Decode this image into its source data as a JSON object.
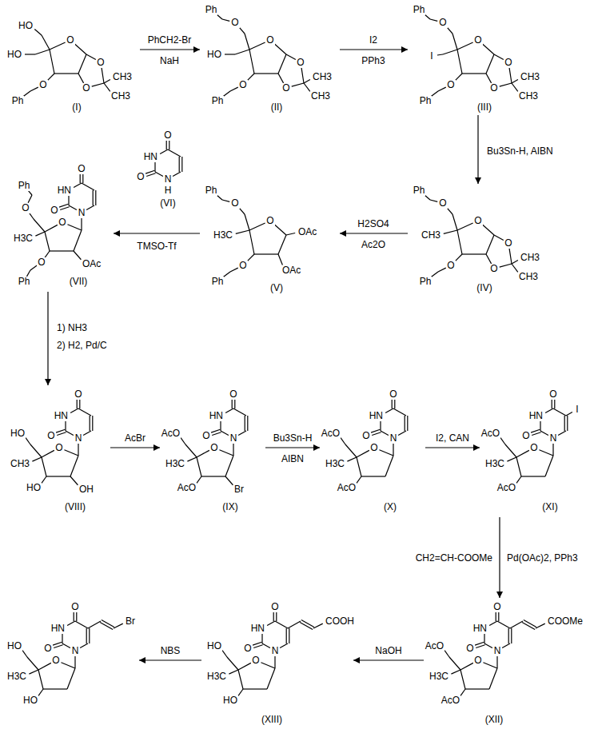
{
  "diagram": {
    "nodes": [
      {
        "text": [
          "HO",
          "HO",
          "O",
          "O",
          "O",
          "CH3",
          "CH3",
          "O",
          "Ph",
          "(I)"
        ]
      },
      {
        "text": [
          "Ph",
          "O",
          "HO",
          "O",
          "O",
          "O",
          "CH3",
          "CH3",
          "O",
          "Ph",
          "(II)"
        ]
      },
      {
        "text": [
          "Ph",
          "O",
          "I",
          "O",
          "O",
          "O",
          "CH3",
          "CH3",
          "O",
          "Ph",
          "(III)"
        ]
      },
      {
        "text": [
          "Ph",
          "O",
          "CH3",
          "O",
          "O",
          "O",
          "CH3",
          "CH3",
          "O",
          "Ph",
          "(IV)"
        ]
      },
      {
        "text": [
          "Ph",
          "O",
          "H3C",
          "O",
          "OAc",
          "OAc",
          "O",
          "Ph",
          "(V)"
        ]
      },
      {
        "text": [
          "O",
          "HN",
          "O",
          "N",
          "H",
          "(VI)"
        ]
      },
      {
        "text": [
          "O",
          "HN",
          "O",
          "N",
          "Ph",
          "O",
          "O",
          "H3C",
          "O",
          "OAc",
          "Ph",
          "(VII)"
        ]
      },
      {
        "text": [
          "O",
          "HN",
          "O",
          "N",
          "HO",
          "O",
          "CH3",
          "HO",
          "OH",
          "(VIII)"
        ]
      },
      {
        "text": [
          "O",
          "HN",
          "O",
          "N",
          "AcO",
          "O",
          "H3C",
          "AcO",
          "Br",
          "(IX)"
        ]
      },
      {
        "text": [
          "O",
          "HN",
          "O",
          "N",
          "AcO",
          "O",
          "H3C",
          "AcO",
          "(X)"
        ]
      },
      {
        "text": [
          "O",
          "HN",
          "I",
          "O",
          "N",
          "AcO",
          "O",
          "H3C",
          "AcO",
          "(XI)"
        ]
      },
      {
        "text": [
          "O",
          "HN",
          "COOMe",
          "O",
          "N",
          "AcO",
          "O",
          "H3C",
          "AcO",
          "(XII)"
        ]
      },
      {
        "text": [
          "O",
          "HN",
          "COOH",
          "O",
          "N",
          "HO",
          "O",
          "H3C",
          "HO",
          "(XIII)"
        ]
      },
      {
        "text": [
          "O",
          "HN",
          "Br",
          "O",
          "N",
          "HO",
          "O",
          "H3C",
          "HO"
        ]
      }
    ],
    "edges": [
      {
        "from": 0,
        "to": 1,
        "label": "PhCH2-Br",
        "arrow": "to"
      },
      {
        "from": 1,
        "to": 2,
        "label": "I2",
        "arrow": "to"
      },
      {
        "from": 2,
        "to": 3,
        "label": "Bu3Sn-H, AIBN",
        "arrow": "to"
      },
      {
        "from": 3,
        "to": 4,
        "label": "H2SO4",
        "arrow": "to"
      },
      {
        "from": 4,
        "to": 6,
        "label": "TMSO-Tf",
        "arrow": "to"
      },
      {
        "from": 6,
        "to": 7,
        "label": "1) NH3",
        "arrow": "to"
      },
      {
        "from": 7,
        "to": 8,
        "label": "AcBr",
        "arrow": "to"
      },
      {
        "from": 8,
        "to": 9,
        "label": "Bu3Sn-H",
        "arrow": "to"
      },
      {
        "from": 9,
        "to": 10,
        "label": "I2, CAN",
        "arrow": "to"
      },
      {
        "from": 10,
        "to": 11,
        "label": "CH2=CH-COOMe",
        "arrow": "to"
      },
      {
        "from": 11,
        "to": 12,
        "label": "NaOH",
        "arrow": "to"
      },
      {
        "from": 12,
        "to": 13,
        "label": "NBS",
        "arrow": "to"
      }
    ],
    "labels": [
      "NaH",
      "PPh3",
      "Ac2O",
      "2) H2, Pd/C",
      "AIBN",
      "Pd(OAc)2, PPh3"
    ]
  }
}
